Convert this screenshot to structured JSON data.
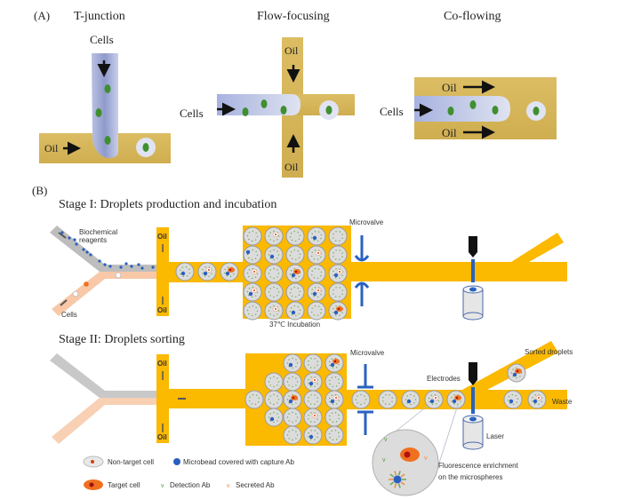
{
  "panel_a": {
    "label": "(A)",
    "t_junction": {
      "title": "T-junction",
      "cells_label": "Cells",
      "oil_label": "Oil"
    },
    "flow_focusing": {
      "title": "Flow-focusing",
      "cells_label": "Cells",
      "oil_top_label": "Oil",
      "oil_bottom_label": "Oil"
    },
    "co_flowing": {
      "title": "Co-flowing",
      "cells_label": "Cells",
      "oil_top_label": "Oil",
      "oil_bottom_label": "Oil"
    }
  },
  "panel_b": {
    "label": "(B)",
    "stage1": {
      "title": "Stage I: Droplets production and incubation",
      "reagents_label_1": "Biochemical",
      "reagents_label_2": "reagents",
      "cells_label": "Cells",
      "oil_top_label": "Oil",
      "oil_bottom_label": "Oil",
      "incubation_label": "37℃ Incubation",
      "microvalve_label": "Microvalve"
    },
    "stage2": {
      "title": "Stage II: Droplets sorting",
      "oil_top_label": "Oil",
      "oil_bottom_label": "Oil",
      "microvalve_label": "Microvalve",
      "electrodes_label": "Electrodes",
      "laser_label": "Laser",
      "sorted_label": "Sorted droplets",
      "waste_label": "Waste",
      "enrichment_label_1": "Fluorescence enrichment",
      "enrichment_label_2": "on the microspheres"
    },
    "legend": {
      "non_target": "Non-target cell",
      "microbead": "Microbead covered with capture Ab",
      "target": "Target cell",
      "detection": "Detection Ab",
      "secreted": "Secreted Ab"
    }
  },
  "colors": {
    "oil_panel_a": "#d8b75a",
    "aqueous": "#aab4dc",
    "cell_green": "#3f8f2f",
    "channel_yellow": "#fbb900",
    "reagent_gray": "#bdbdbd",
    "cells_peach": "#f8c8a8",
    "droplet_gray": "#dcdcdc",
    "bead_blue": "#2a5fc0",
    "target_orange": "#f07020",
    "valve_blue": "#2a62c0"
  }
}
